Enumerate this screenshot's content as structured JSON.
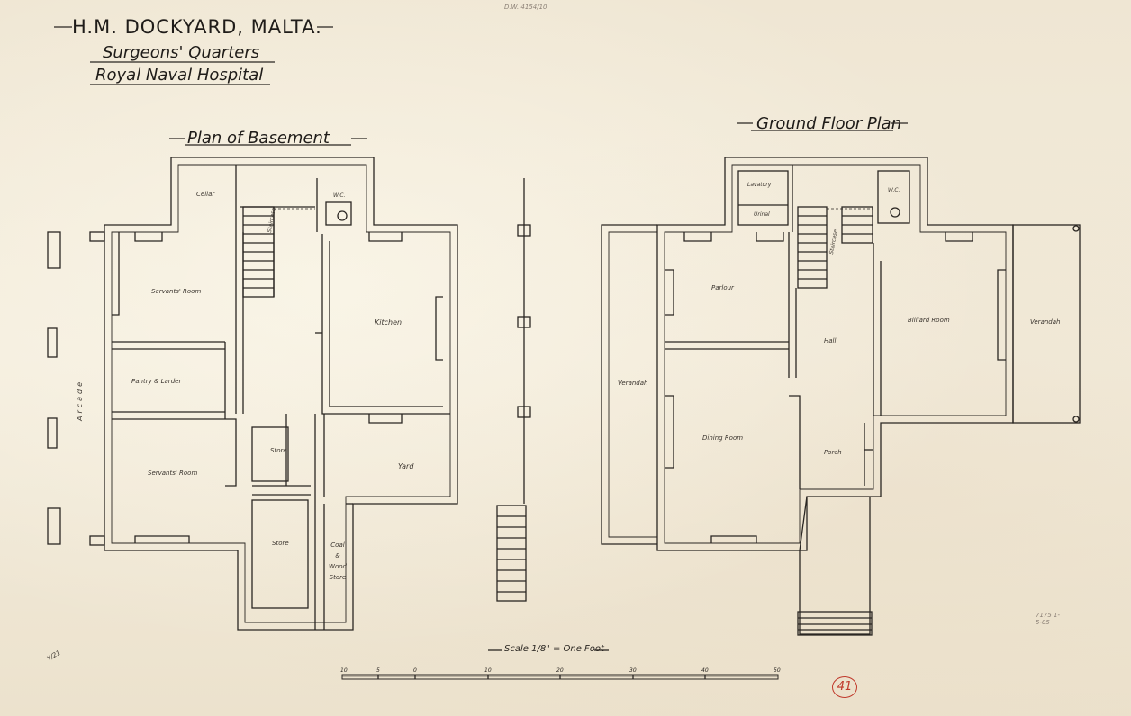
{
  "title": "H.M. DOCKYARD, MALTA.",
  "subtitle_1": "Surgeons' Quarters",
  "subtitle_2": "Royal Naval Hospital",
  "basement": {
    "title": "Plan of Basement",
    "rooms": {
      "cellar": "Cellar",
      "wc": "W.C.",
      "staircase": "Staircase",
      "servants_room_1": "Servants' Room",
      "pantry": "Pantry & Larder",
      "servants_room_2": "Servants' Room",
      "kitchen": "Kitchen",
      "store_1": "Store",
      "store_2": "Store",
      "coal": "Coal & Wood Store",
      "yard": "Yard",
      "arcade": "Arcade"
    }
  },
  "ground": {
    "title": "Ground Floor Plan",
    "rooms": {
      "lavatory": "Lavatory",
      "urinal": "Urinal",
      "wc": "W.C.",
      "staircase": "Staircase",
      "parlour": "Parlour",
      "hall": "Hall",
      "billiard": "Billiard Room",
      "verandah_left": "Verandah",
      "verandah_right": "Verandah",
      "dining": "Dining Room",
      "porch": "Porch"
    }
  },
  "scale": {
    "title": "Scale 1/8\" = One Foot",
    "ticks": [
      "10",
      "5",
      "0",
      "10",
      "20",
      "30",
      "40",
      "50"
    ]
  },
  "stamp": "41",
  "pencil_notes": {
    "top": "D.W. 4154/10",
    "bottom_left": "Y/21",
    "bottom_right": "7175 1-5-05"
  },
  "colors": {
    "paper": "#f1e9d8",
    "ink": "#2a2622",
    "stamp": "#c0392b"
  }
}
